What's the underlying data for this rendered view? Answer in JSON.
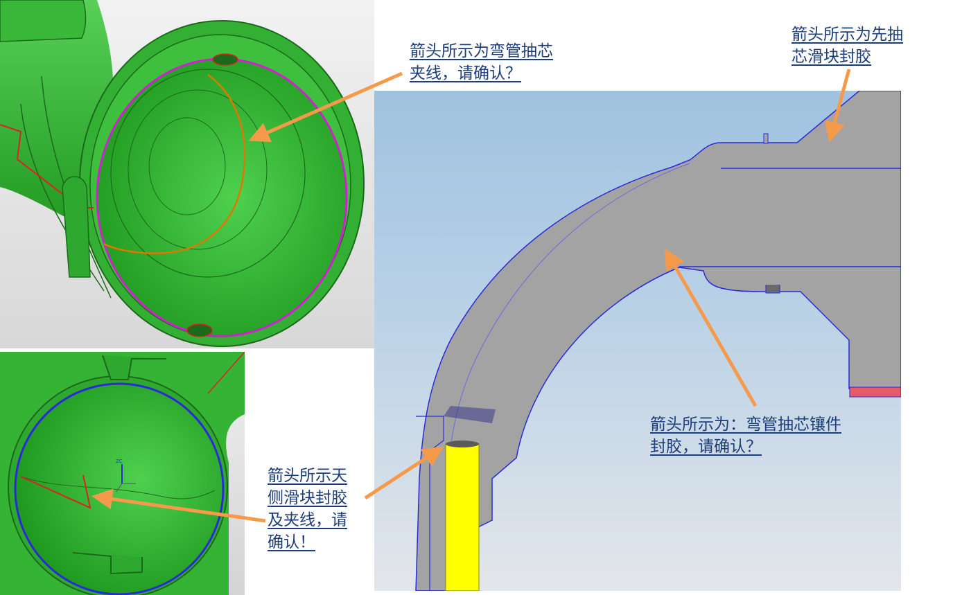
{
  "annotations": {
    "bend_core_line": {
      "lines": [
        "箭头所示为弯管抽芯",
        "夹线，请确认？"
      ]
    },
    "first_slider_seal": {
      "lines": [
        "箭头所示为先抽",
        "芯滑块封胶"
      ]
    },
    "top_slider_seal": {
      "lines": [
        "箭头所示天",
        "侧滑块封胶",
        "及夹线，请",
        "确认！"
      ]
    },
    "bend_core_insert_seal": {
      "lines": [
        "箭头所示为：弯管抽芯镶件",
        "封胶，请确认？"
      ]
    }
  },
  "triad": {
    "axis_label": "ZC"
  },
  "colors": {
    "part_green": "#3fbf3f",
    "part_dark_green": "#1f8f1f",
    "arrow_orange": "#f59a4a",
    "note_text": "#1c3d7a",
    "mold_gray": "#a3a3a3",
    "edge_blue": "#2a2ad8",
    "parting_red": "#e02020",
    "edge_magenta": "#d020d0",
    "edge_orange": "#e07800",
    "ejector_yellow": "#ffff00"
  },
  "icons": [
    "annotation-arrow-icon",
    "coordinate-triad-icon"
  ]
}
